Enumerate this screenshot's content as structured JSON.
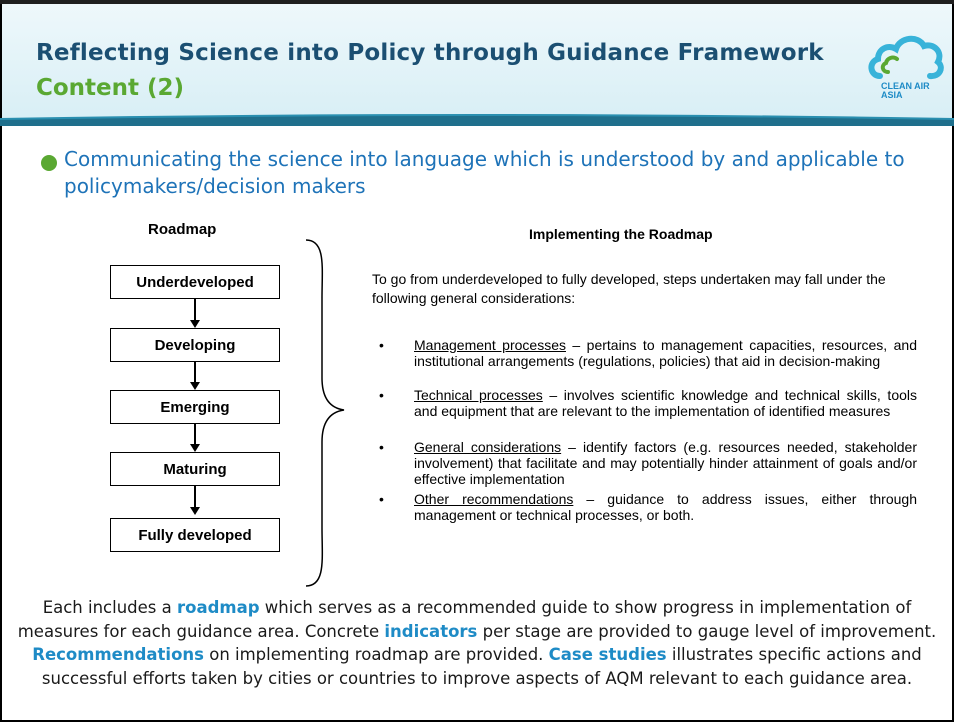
{
  "header": {
    "title": "Reflecting Science into Policy through Guidance Framework",
    "subtitle": "Content (2)",
    "logo_text": "CLEAN AIR\nASIA"
  },
  "bullet": {
    "text": "Communicating the science into language which is understood by and applicable to policymakers/decision makers"
  },
  "roadmap": {
    "title": "Roadmap",
    "stages": [
      "Underdeveloped",
      "Developing",
      "Emerging",
      "Maturing",
      "Fully developed"
    ]
  },
  "implementing": {
    "title": "Implementing the Roadmap",
    "intro": "To go from underdeveloped to fully developed, steps undertaken may fall under the following general considerations:",
    "items": [
      {
        "term": "Management processes",
        "desc": " – pertains to management capacities, resources, and institutional arrangements (regulations, policies) that aid in decision-making"
      },
      {
        "term": "Technical processes",
        "desc": " – involves scientific knowledge and technical skills, tools and equipment that are relevant to the implementation of identified measures"
      },
      {
        "term": "General considerations",
        "desc": " – identify factors (e.g. resources needed, stakeholder involvement) that facilitate and may potentially hinder attainment of goals and/or effective implementation"
      },
      {
        "term": "Other recommendations",
        "desc": " – guidance to address issues, either through management or technical processes, or both."
      }
    ],
    "bullet_glyph": "•"
  },
  "summary": {
    "p1": "Each includes a ",
    "h1": "roadmap",
    "p2": " which serves as a recommended guide to show progress in implementation of measures for each guidance area. Concrete ",
    "h2": "indicators",
    "p3": " per stage are provided to gauge level of improvement. ",
    "h3": "Recommendations",
    "p4": " on implementing roadmap are provided. ",
    "h4": "Case studies",
    "p5": " illustrates specific actions and successful efforts taken by cities or countries to improve aspects of AQM relevant to each guidance area."
  },
  "colors": {
    "title_blue": "#1b4f72",
    "subtitle_green": "#5aa832",
    "body_blue": "#1e73b8",
    "highlight_blue": "#1e8bc6",
    "header_bg": "#d7eef5"
  }
}
